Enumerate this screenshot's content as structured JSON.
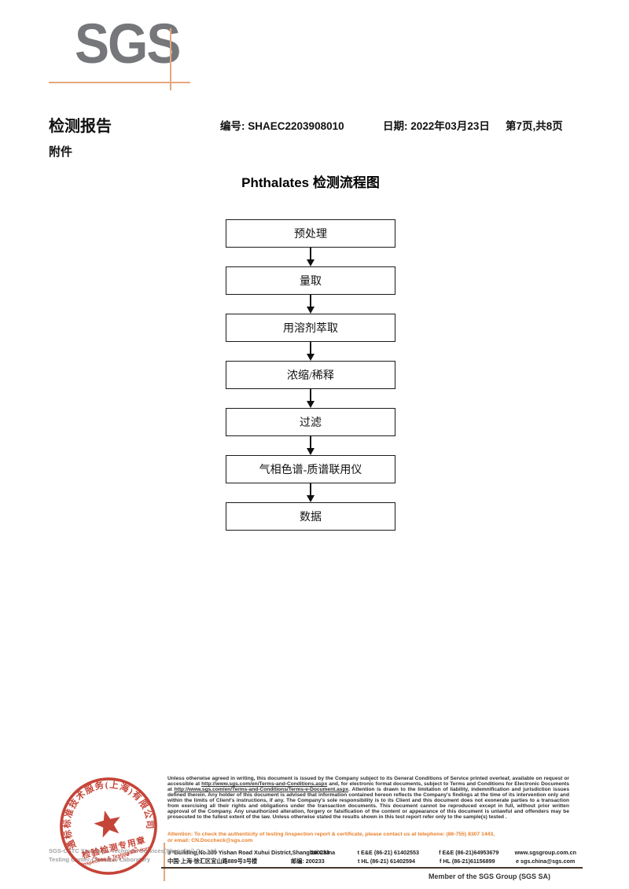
{
  "logo": {
    "text": "SGS"
  },
  "header": {
    "report_title": "检测报告",
    "report_no_label": "编号:",
    "report_no": "SHAEC2203908010",
    "date_label": "日期:",
    "date_value": "2022年03月23日",
    "page_info": "第7页,共8页",
    "attachment": "附件"
  },
  "flowchart": {
    "title": "Phthalates 检测流程图",
    "steps": [
      "预处理",
      "量取",
      "用溶剂萃取",
      "浓缩/稀释",
      "过滤",
      "气相色谱-质谱联用仪",
      "数据"
    ]
  },
  "stamp": {
    "ring_text": "通标标准技术服务(上海)有限公司",
    "center_line1": "检验检测专用章",
    "center_line2": "Inspection & Testing Services",
    "bottom_text": "Technical Services",
    "color": "#c23a2e"
  },
  "company": {
    "name_en": "SGS-CSTC Standards Technical Services(Shanghai) Co.,Ltd.",
    "dept_en": "Testing Center-Chemical Laboratory"
  },
  "footer": {
    "legal_parts": [
      "Unless otherwise agreed in writing, this document is issued by the Company subject to its General Conditions of Service printed overleaf, available on request or accessible at ",
      "http://www.sgs.com/en/Terms-and-Conditions.aspx",
      " and, for electronic format documents, subject to Terms and Conditions for Electronic Documents at ",
      "http://www.sgs.com/en/Terms-and-Conditions/Terms-e-Document.aspx",
      ". Attention is drawn to the limitation of liability, indemnification and jurisdiction issues defined therein. Any holder of this document is advised that information contained hereon reflects the Company's findings at the time of its intervention only and within the limits of Client's instructions, if any. The Company's sole responsibility is to its Client and this document does not exonerate parties to a transaction from exercising all their rights and obligations under the transaction documents. This document cannot be reproduced except in full, without prior written approval of the Company. Any unauthorized alteration, forgery or falsification of the content or appearance of this document is unlawful and offenders may be prosecuted to the fullest extent of the law. Unless otherwise stated the results shown in this test report refer only to the sample(s) tested ."
    ],
    "attention_line1": "Attention: To check the authenticity of testing /inspection report & certificate, please contact us at telephone: (86-755) 8307 1443,",
    "attention_line2": "or email: CN.Doccheck@sgs.com",
    "address_en": "3ʳᵈBuilding,No.889 Yishan Road Xuhui District,Shanghai China",
    "postcode_en": "200233",
    "tel_en": "t E&E (86-21) 61402553",
    "fax_en": "f E&E (86-21)64953679",
    "website": "www.sgsgroup.com.cn",
    "address_cn": "中国·上海·徐汇区宜山路889号3号楼",
    "postcode_cn": "邮编: 200233",
    "tel_cn": "t HL (86-21) 61402594",
    "fax_cn": "f HL (86-21)61156899",
    "email": "e  sgs.china@sgs.com",
    "member_text": "Member of the SGS Group (SGS SA)"
  }
}
